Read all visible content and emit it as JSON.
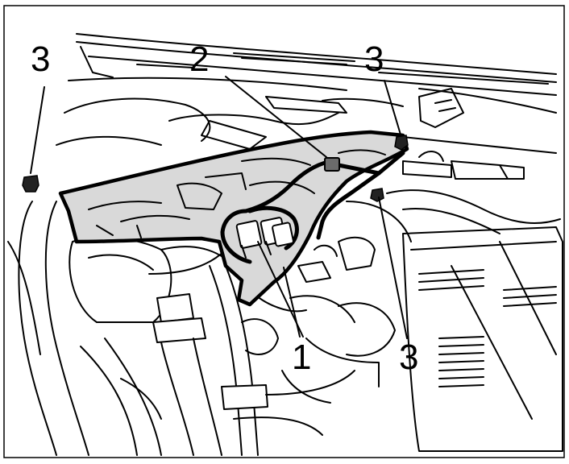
{
  "figure": {
    "callouts": [
      {
        "id": "callout-3-left",
        "label": "3"
      },
      {
        "id": "callout-2",
        "label": "2"
      },
      {
        "id": "callout-3-top-right",
        "label": "3"
      },
      {
        "id": "callout-1",
        "label": "1"
      },
      {
        "id": "callout-3-bottom-right",
        "label": "3"
      }
    ],
    "highlight_fill": "#d9d9d9",
    "line_color": "#000000",
    "background": "#ffffff"
  }
}
